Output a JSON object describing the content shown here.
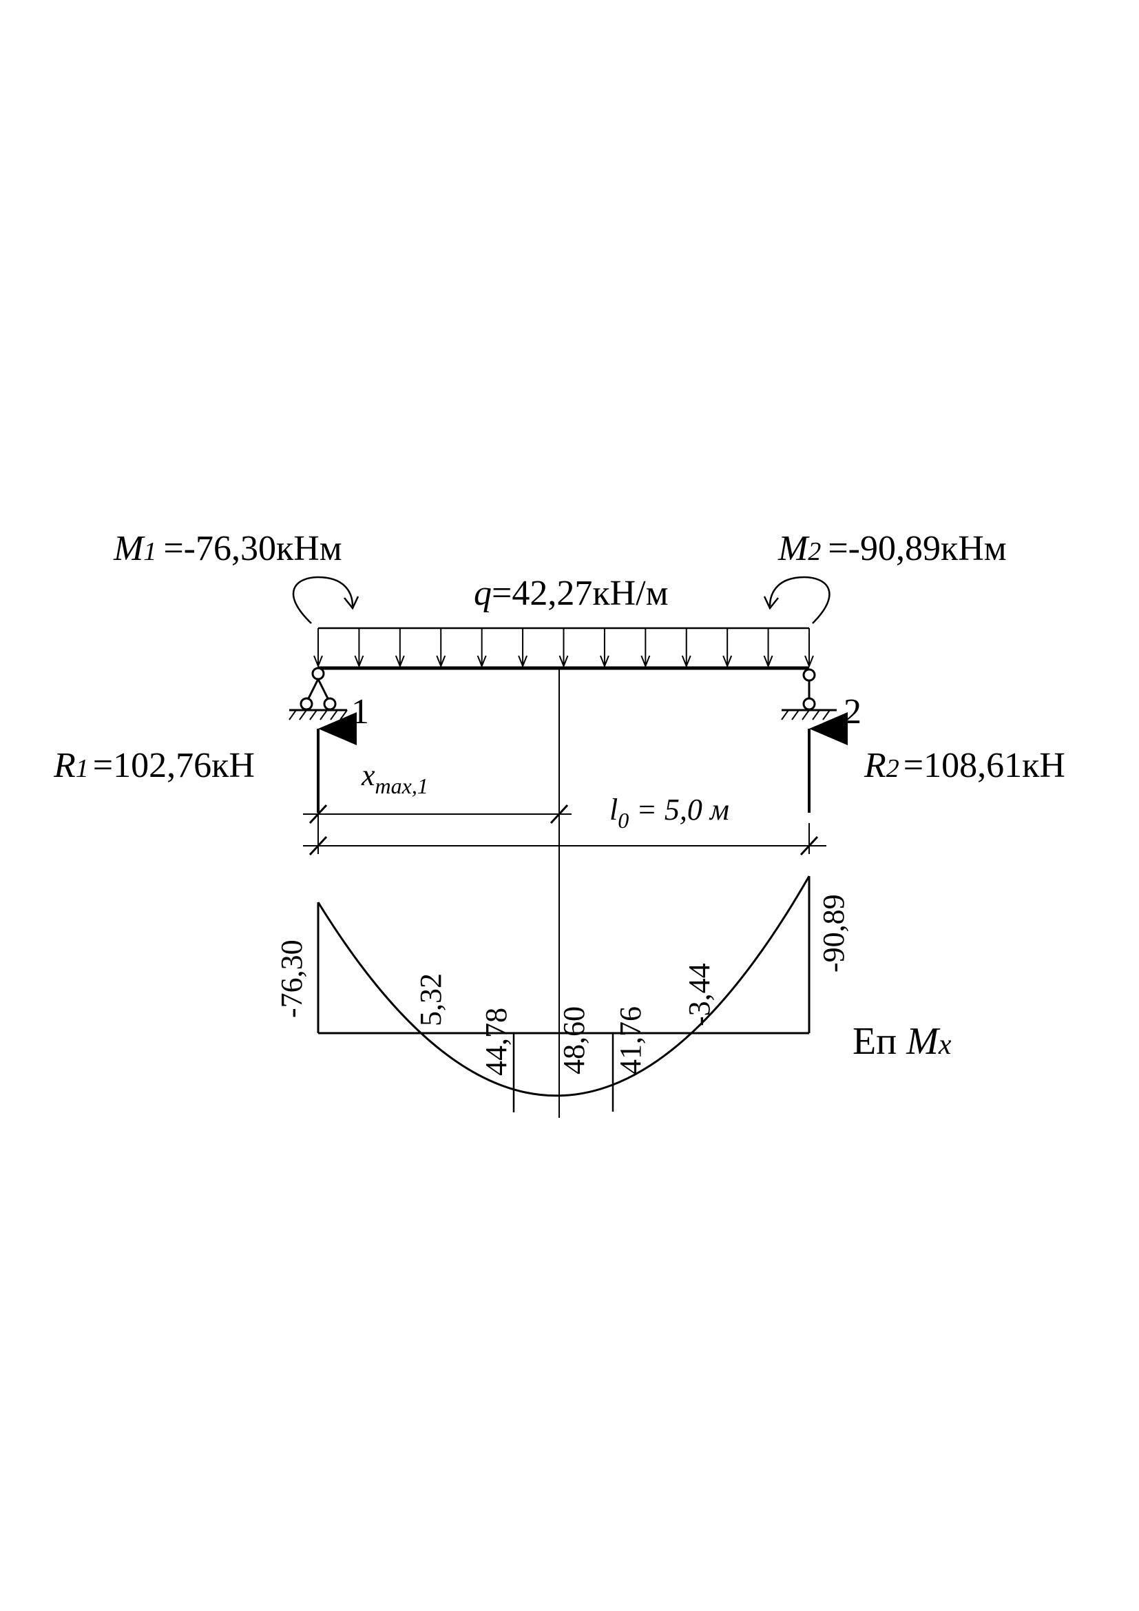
{
  "moment_left": {
    "symbol": "M",
    "index": "1",
    "value": "=-76,30кНм"
  },
  "moment_right": {
    "symbol": "M",
    "index": "2",
    "value": "=-90,89кНм"
  },
  "load": {
    "symbol": "q",
    "value": "=42,27кН/м"
  },
  "support_left": {
    "label": "1"
  },
  "support_right": {
    "label": "2"
  },
  "reaction_left": {
    "symbol": "R",
    "index": "1",
    "value": "=102,76кН"
  },
  "reaction_right": {
    "symbol": "R",
    "index": "2",
    "value": "=108,61кН"
  },
  "dim_xmax": {
    "symbol": "x",
    "subscript": "max,1"
  },
  "dim_span": {
    "symbol": "l",
    "subscript": "0",
    "value": " = 5,0 м"
  },
  "diagram_values": {
    "left_end": "-76,30",
    "v1": "5,32",
    "v2": "44,78",
    "v3": "48,60",
    "v4": "41,76",
    "v5": "-3,44",
    "right_end": "-90,89"
  },
  "diagram_title": {
    "prefix": "Еп",
    "symbol": "M",
    "subscript": "x"
  }
}
